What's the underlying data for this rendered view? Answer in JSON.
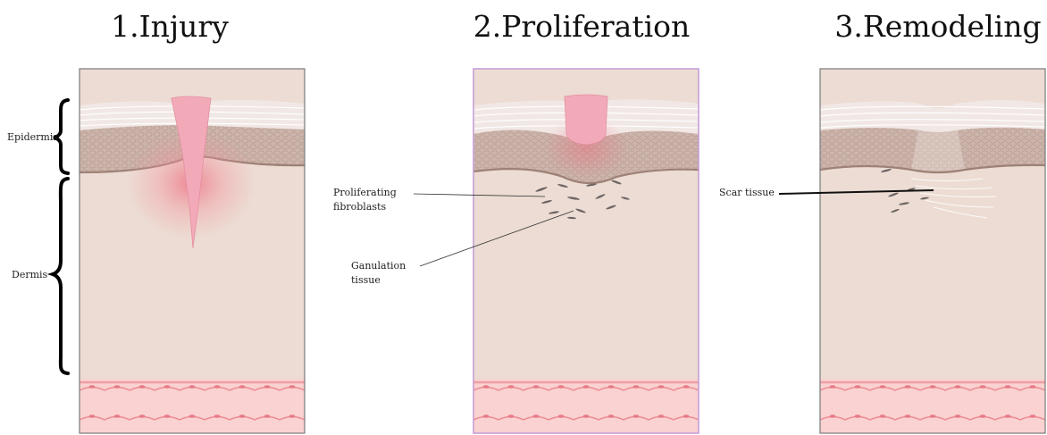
{
  "stages": [
    {
      "title": "1.Injury"
    },
    {
      "title": "2.Proliferation"
    },
    {
      "title": "3.Remodeling"
    }
  ],
  "layers": {
    "epidermis": "Epidermis",
    "dermis": "Dermis"
  },
  "annotations": {
    "proliferating": [
      "Proliferating",
      "fibroblasts"
    ],
    "granulation": [
      "Ganulation",
      "tissue"
    ],
    "scar": "Scar tissue"
  },
  "colors": {
    "dermis": "#ecdcd3",
    "epidermis": "#cdb5ac",
    "stratum_corneum": "#f1e8e5",
    "wound": "#f2aab9",
    "inflammation": "#ef6b7e",
    "vessel": "#f9d2d1",
    "vessel_cell": "#ed8c94",
    "fibroblast": "#6d6565",
    "panel2_border": "#c39ad6",
    "panel_border": "#7a7a7a"
  }
}
